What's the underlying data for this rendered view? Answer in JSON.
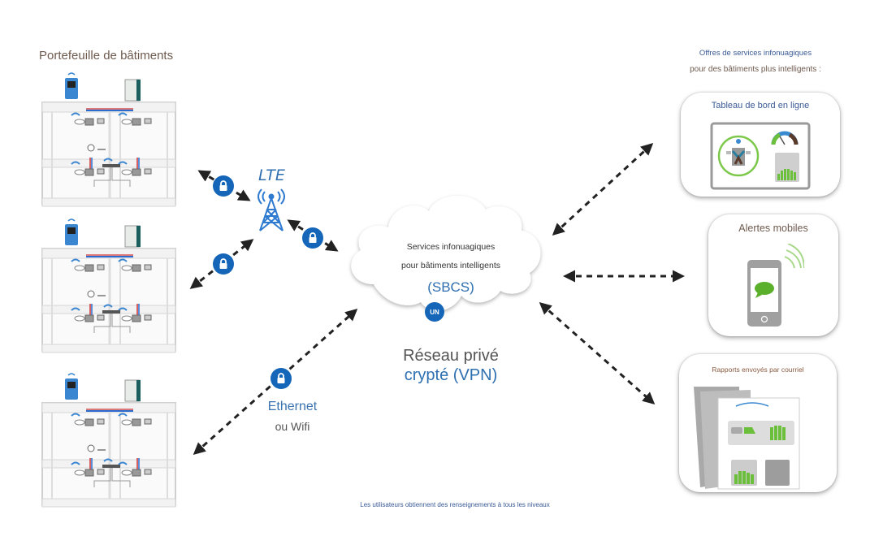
{
  "portfolio": {
    "title": "Portefeuille de bâtiments",
    "buildings": [
      {
        "name": "building-1"
      },
      {
        "name": "building-2"
      },
      {
        "name": "building-3"
      }
    ]
  },
  "connections": {
    "lte_label": "LTE",
    "ethernet_label": "Ethernet",
    "wifi_label": "ou Wifi",
    "lock_icon": "lock-icon",
    "tower_icon": "cell-tower-icon"
  },
  "cloud": {
    "line1": "Services infonuagiques",
    "line2": "pour bâtiments intelligents",
    "acronym": "(SBCS)",
    "badge": "UN"
  },
  "vpn": {
    "line1": "Réseau privé",
    "line2": "crypté (VPN)"
  },
  "offers": {
    "heading_line1": "Offres de services infonuagiques",
    "heading_line2": "pour des bâtiments plus intelligents :",
    "cards": [
      {
        "title": "Tableau de bord en ligne",
        "icon": "dashboard-icon"
      },
      {
        "title": "Alertes mobiles",
        "icon": "smartphone-icon"
      },
      {
        "title": "Rapports envoyés par courriel",
        "icon": "report-icon"
      }
    ]
  },
  "footer": {
    "note": "Les utilisateurs obtiennent des renseignements à tous les niveaux"
  },
  "colors": {
    "accent_blue": "#1565b8",
    "text_blue": "#2e6fb0",
    "text_brown": "#6e5a4e",
    "green": "#6cbf3a",
    "arrow": "#222222"
  }
}
